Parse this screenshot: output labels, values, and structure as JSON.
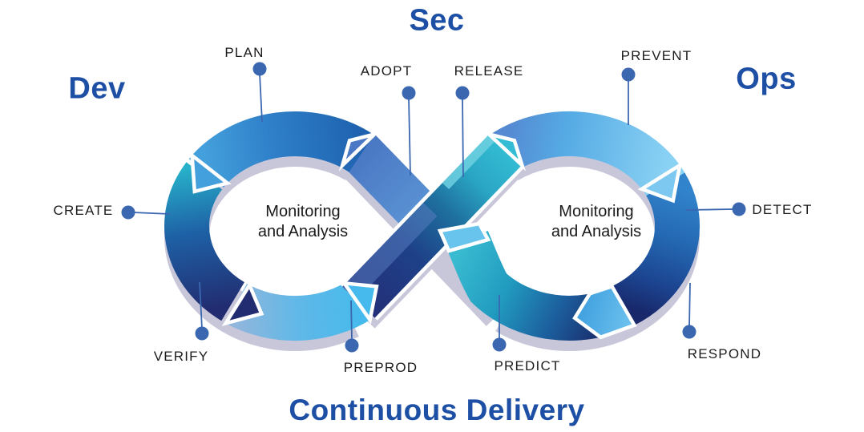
{
  "titles": {
    "sec": "Sec",
    "dev": "Dev",
    "ops": "Ops",
    "continuous_delivery": "Continuous Delivery"
  },
  "stages": {
    "plan": "PLAN",
    "adopt": "ADOPT",
    "release": "RELEASE",
    "prevent": "PREVENT",
    "create": "CREATE",
    "detect": "DETECT",
    "verify": "VERIFY",
    "preprod": "PREPROD",
    "predict": "PREDICT",
    "respond": "RESPOND"
  },
  "loops": {
    "left": {
      "line1": "Monitoring",
      "line2": "and Analysis"
    },
    "right": {
      "line1": "Monitoring",
      "line2": "and Analysis"
    }
  },
  "colors": {
    "title_blue": "#1d4fa5",
    "label_color": "#1c1c1c",
    "connector_blue": "#3a67b0",
    "ribbon_gray": "#c8c6d9",
    "teal": "#2ab4cc",
    "navy": "#222c70",
    "medium_blue": "#2e7fc8",
    "light_blue": "#46baec",
    "sky_blue": "#8ad2f4",
    "periwinkle": "#5589d2"
  }
}
